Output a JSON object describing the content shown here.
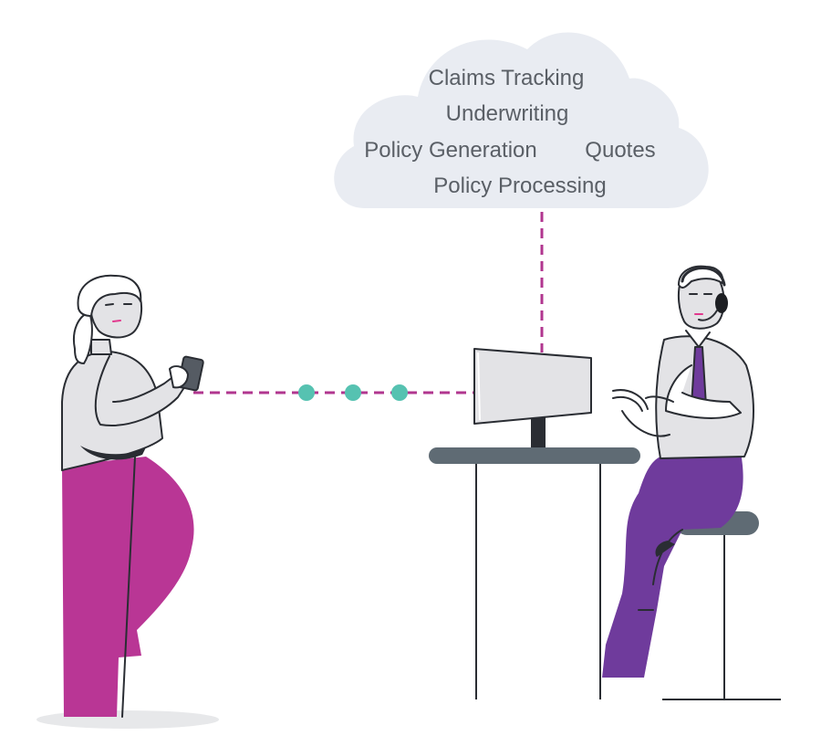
{
  "cloud": {
    "services": [
      "Claims Tracking",
      "Underwriting",
      "Policy Generation",
      "Quotes",
      "Policy Processing"
    ]
  },
  "colors": {
    "cloud": "#e9ecf2",
    "dashed_link": "#b1368f",
    "dots": "#56c2b1",
    "woman_pants": "#b93695",
    "man_pants": "#6f3b9c",
    "man_tie": "#6f3b9c",
    "desk": "#5f6b74",
    "skin": "#e3e3e6",
    "outline": "#2a2d33",
    "shadow": "#e7e8ea"
  },
  "icons": {
    "woman": "woman-with-phone-icon",
    "man": "support-agent-headset-icon",
    "monitor": "monitor-icon",
    "cloud": "cloud-icon"
  }
}
